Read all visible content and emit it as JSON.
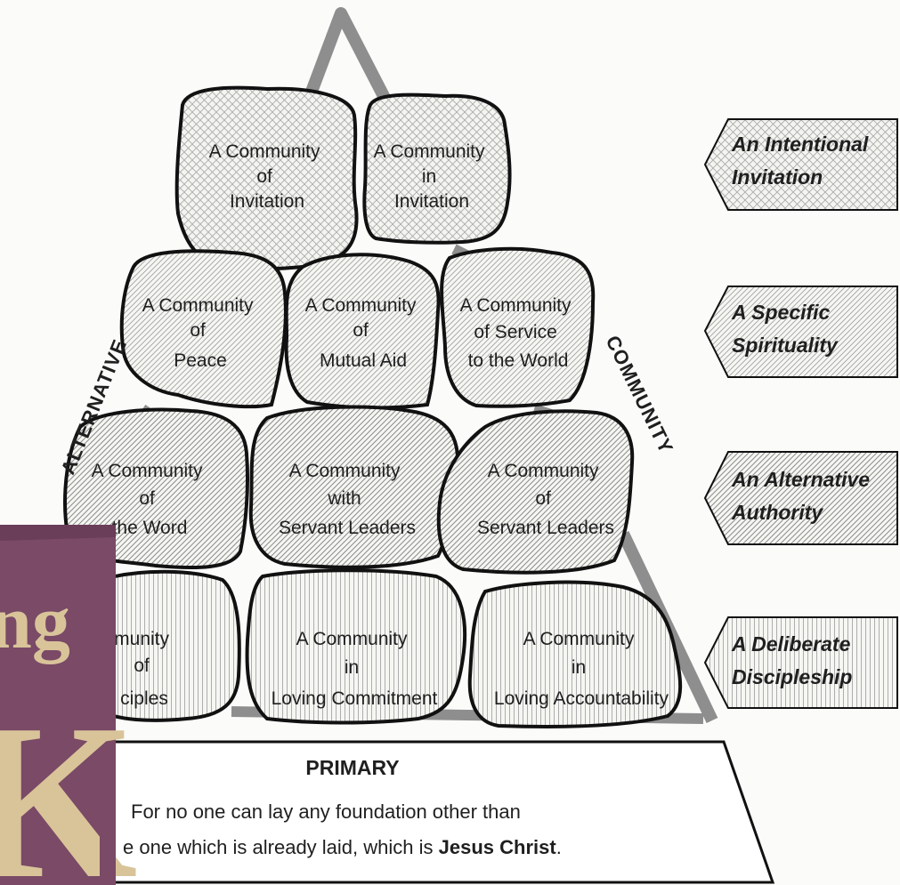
{
  "side_labels": {
    "left": "ALTERNATIVE",
    "right": "COMMUNITY"
  },
  "stones": [
    {
      "id": "invitation-of",
      "lines": [
        "A Community",
        "of",
        "Invitation"
      ]
    },
    {
      "id": "invitation-in",
      "lines": [
        "A Community",
        "in",
        "Invitation"
      ]
    },
    {
      "id": "peace",
      "lines": [
        "A Community",
        "of",
        "Peace"
      ]
    },
    {
      "id": "mutual-aid",
      "lines": [
        "A Community",
        "of",
        "Mutual Aid"
      ]
    },
    {
      "id": "service",
      "lines": [
        "A Community",
        "of Service",
        "to the World"
      ]
    },
    {
      "id": "word",
      "lines": [
        "A Community",
        "of",
        "the Word"
      ]
    },
    {
      "id": "with-servant",
      "lines": [
        "A Community",
        "with",
        "Servant Leaders"
      ]
    },
    {
      "id": "of-servant",
      "lines": [
        "A Community",
        "of",
        "Servant Leaders"
      ]
    },
    {
      "id": "disciples",
      "lines": [
        "munity",
        "of",
        "ciples"
      ]
    },
    {
      "id": "commitment",
      "lines": [
        "A Community",
        "in",
        "Loving Commitment"
      ]
    },
    {
      "id": "accountability",
      "lines": [
        "A Community",
        "in",
        "Loving Accountability"
      ]
    }
  ],
  "arrows": [
    {
      "lines": [
        "An Intentional",
        "Invitation"
      ]
    },
    {
      "lines": [
        "A Specific",
        "Spirituality"
      ]
    },
    {
      "lines": [
        "An Alternative",
        "Authority"
      ]
    },
    {
      "lines": [
        "A Deliberate",
        "Discipleship"
      ]
    }
  ],
  "foundation": {
    "title": "PRIMARY",
    "line1": "For no one can lay any foundation other than",
    "line2_prefix": "e one which is already laid, which is ",
    "line2_bold": "Jesus Christ",
    "line2_suffix": "."
  },
  "logo": {
    "top": "ng",
    "bottom": "K"
  },
  "colors": {
    "ink": "#1f1f1f",
    "frame": "#8e8e8e",
    "logo_bg": "#7a4a66",
    "logo_fg": "#d9c49a"
  }
}
